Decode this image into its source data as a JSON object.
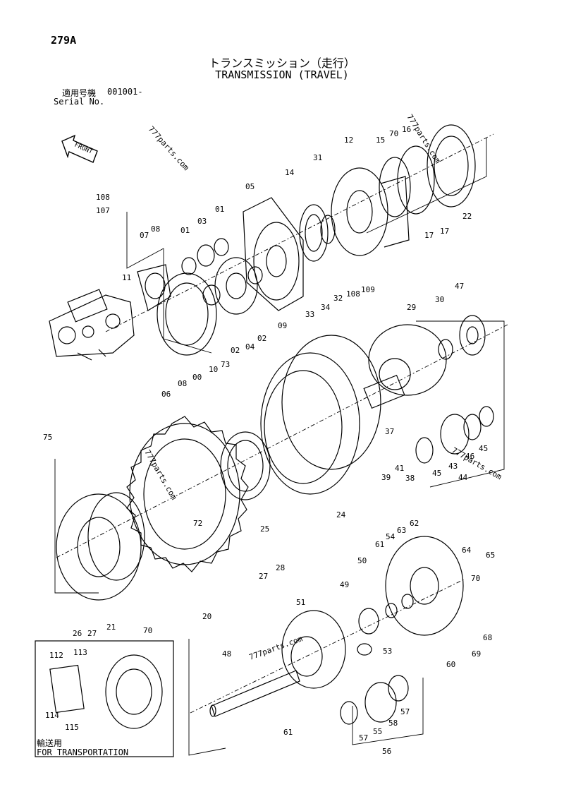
{
  "header": {
    "page_number": "279A",
    "title_jp": "トランスミッション（走行）",
    "title_en": "TRANSMISSION (TRAVEL)",
    "serial_label_jp": "適用号機",
    "serial_value": "001001-",
    "serial_label_en": "Serial No."
  },
  "front_label": "FRONT",
  "watermarks": [
    "777parts.com",
    "777parts.com",
    "777parts.com",
    "777parts.com",
    "777parts.com"
  ],
  "transport_box": {
    "label_jp": "輸送用",
    "label_en": "FOR TRANSPORTATION",
    "callouts": [
      "112",
      "113",
      "114",
      "115"
    ]
  },
  "callouts": [
    "108",
    "107",
    "07",
    "08",
    "01",
    "03",
    "01",
    "05",
    "14",
    "31",
    "12",
    "15",
    "70",
    "16",
    "22",
    "17",
    "17",
    "11",
    "02",
    "04",
    "02",
    "09",
    "33",
    "34",
    "32",
    "108",
    "109",
    "06",
    "08",
    "00",
    "10",
    "73",
    "29",
    "30",
    "47",
    "75",
    "37",
    "39",
    "41",
    "38",
    "46",
    "45",
    "45",
    "43",
    "44",
    "24",
    "25",
    "72",
    "28",
    "27",
    "20",
    "26",
    "27",
    "21",
    "70",
    "61",
    "54",
    "63",
    "62",
    "64",
    "70",
    "65",
    "50",
    "49",
    "51",
    "48",
    "53",
    "60",
    "69",
    "68",
    "61",
    "57",
    "55",
    "58",
    "57",
    "56"
  ]
}
